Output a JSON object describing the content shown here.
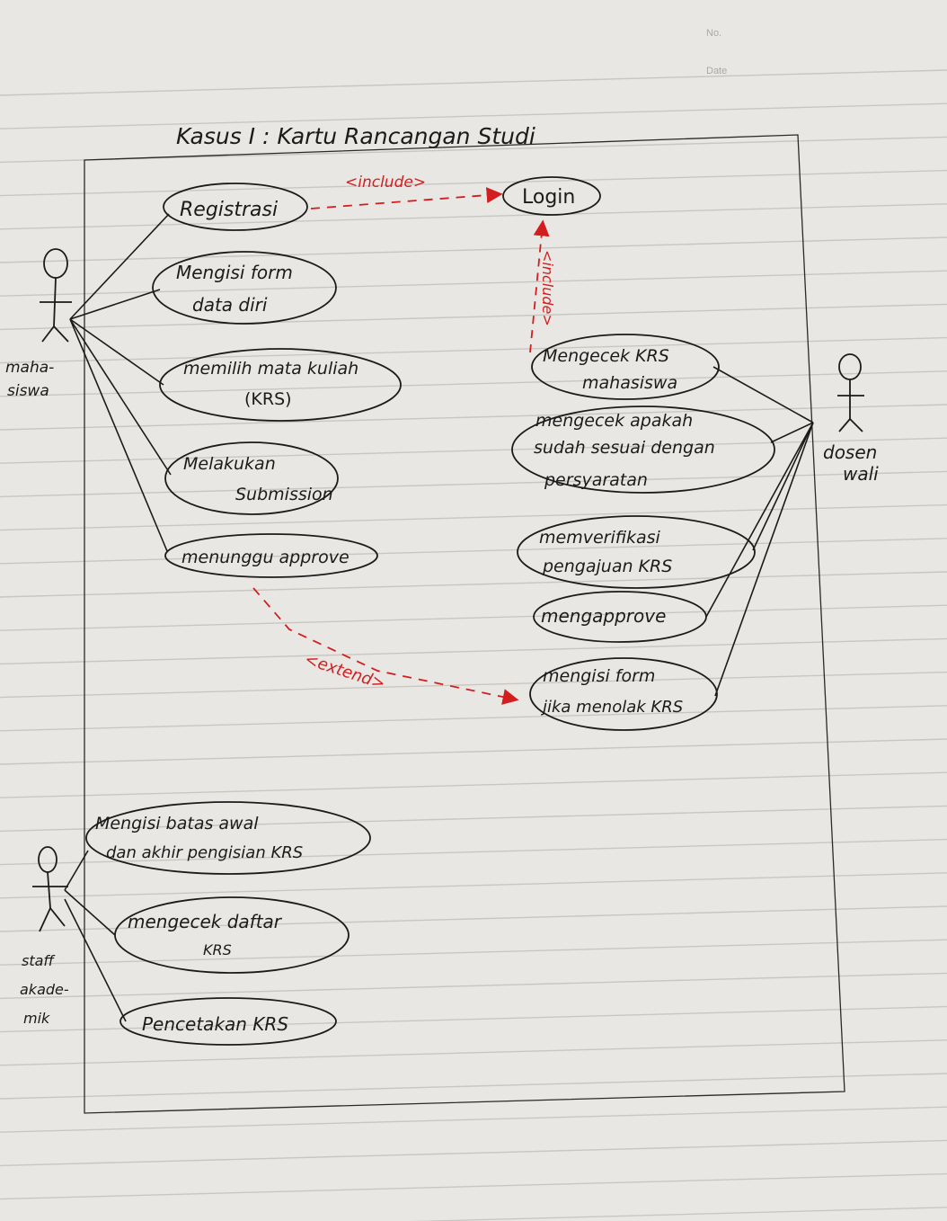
{
  "page": {
    "no_label": "No.",
    "date_label": "Date"
  },
  "title": "Kasus I : Kartu Rancangan Studi",
  "actors": {
    "mahasiswa": [
      "maha-",
      "siswa"
    ],
    "dosen_wali": [
      "dosen",
      "wali"
    ],
    "staff_akademik": [
      "staff",
      "akade-",
      "mik"
    ]
  },
  "use_cases": {
    "registrasi": [
      "Registrasi"
    ],
    "login": [
      "Login"
    ],
    "mengisi_form_data_diri": [
      "Mengisi form",
      "data diri"
    ],
    "memilih_mata_kuliah": [
      "memilih mata kuliah",
      "(KRS)"
    ],
    "melakukan_submission": [
      "Melakukan",
      "Submission"
    ],
    "menunggu_approve": [
      "menunggu approve"
    ],
    "mengecek_krs_mahasiswa": [
      "Mengecek KRS",
      "mahasiswa"
    ],
    "mengecek_persyaratan": [
      "mengecek apakah",
      "sudah sesuai dengan",
      "persyaratan"
    ],
    "memverifikasi_pengajuan": [
      "memverifikasi",
      "pengajuan KRS"
    ],
    "mengapprove": [
      "mengapprove"
    ],
    "mengisi_form_menolak": [
      "mengisi form",
      "jika menolak KRS"
    ],
    "mengisi_batas": [
      "Mengisi batas awal",
      "dan akhir pengisian KRS"
    ],
    "mengecek_daftar_krs": [
      "mengecek daftar",
      "KRS"
    ],
    "pencetakan_krs": [
      "Pencetakan KRS"
    ]
  },
  "relations": {
    "include_top": "<include>",
    "include_side": "<include>",
    "extend": "<extend>"
  },
  "colors": {
    "ink": "#1b1b1b",
    "red_ink": "#d21e1e",
    "paper": "#e9e7e4",
    "rule_line": "#c9c6c2"
  }
}
